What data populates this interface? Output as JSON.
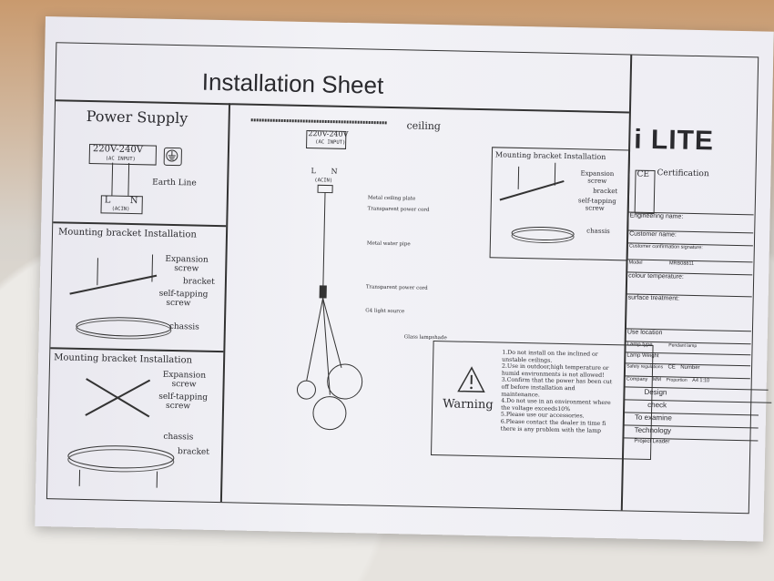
{
  "title": "Installation Sheet",
  "brand": "i LITE",
  "power_supply": {
    "heading": "Power Supply",
    "voltage": "220V-240V",
    "ac_input": "(AC INPUT)",
    "l": "L",
    "n": "N",
    "acin": "(ACIN)",
    "earth_line": "Earth Line"
  },
  "bracket1": {
    "heading": "Mounting bracket Installation",
    "expansion": "Expansion",
    "screw": "screw",
    "bracket": "bracket",
    "self_tapping": "self-tapping",
    "chassis": "chassis"
  },
  "bracket2": {
    "heading": "Mounting bracket Installation",
    "expansion": "Expansion",
    "screw": "screw",
    "self_tapping": "self-tapping",
    "chassis": "chassis",
    "bracket": "bracket"
  },
  "pendant": {
    "ceiling": "ceiling",
    "plate": "Metal ceiling plate",
    "cord": "Transparent power cord",
    "pipe": "Metal water pipe",
    "g4": "G4 light source",
    "lampshade": "Glass lampshade"
  },
  "inset": {
    "heading": "Mounting bracket Installation",
    "expansion": "Expansion",
    "screw": "screw",
    "bracket": "bracket",
    "self_tapping": "self-tapping",
    "chassis": "chassis"
  },
  "warning": {
    "heading": "Warning",
    "items": [
      "1.Do not install on the inclined or",
      "unstable ceilings.",
      "2.Use in outdoor,high temperature or",
      "humid environments is not allowed!",
      "3.Confirm that the power has been cut",
      "off before installation and",
      "maintenance.",
      "4.Do not use in an environment where",
      "the voltage exceeds10%",
      "5.Please use our accessories.",
      "6.Please contact the dealer in time fi",
      "there is any problem with the lamp",
      ""
    ]
  },
  "title_block": {
    "ce": "CE",
    "certification": "Certification",
    "engineering_name": "Engineering name:",
    "customer_name": "Customer name:",
    "customer_signature": "Customer confirmation signature:",
    "model_label": "Model",
    "model_value": "MRB08811",
    "colour_temperature": "colour temperature:",
    "surface_treatment": "surface treatment:",
    "use_location": "Use location",
    "lamp_type": "Lamp type",
    "lamp_type_value": "Pendant lamp",
    "lamp_weight": "Lamp Weight",
    "safety_regulations": "Safety regulations",
    "number": "Number",
    "company": "Company",
    "mm": "MM",
    "proportion": "Proportion",
    "scale": "A4 1:10",
    "design": "Design",
    "check": "check",
    "to_examine": "To examine",
    "technology": "Technology",
    "project_leader": "Project Leader"
  }
}
